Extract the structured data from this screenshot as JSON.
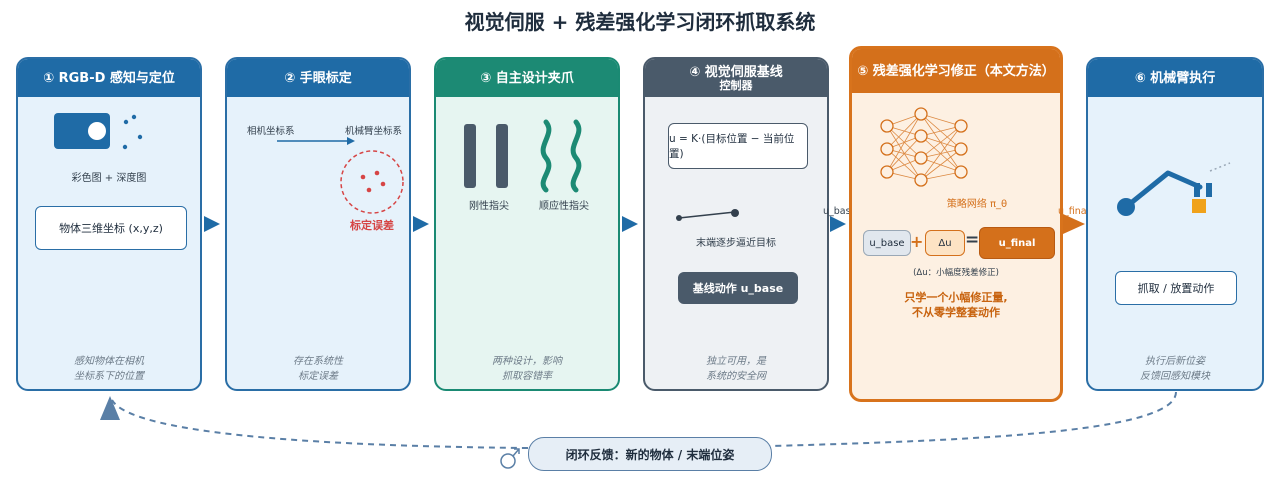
{
  "title": "视觉伺服 + 残差强化学习闭环抓取系统",
  "colors": {
    "blue": "#1f6ba6",
    "green": "#1c8a74",
    "slate": "#4a5a6a",
    "orange": "#d4701b",
    "red": "#d64545"
  },
  "cards": [
    {
      "title": "① RGB-D 感知与定位",
      "caption": "彩色图 + 深度图",
      "box": "物体三维坐标 (x,y,z)",
      "note": [
        "感知物体在相机",
        "坐标系下的位置"
      ]
    },
    {
      "title": "② 手眼标定",
      "left_label": "相机坐标系",
      "right_label": "机械臂坐标系",
      "error_label": "标定误差",
      "note": [
        "存在系统性",
        "标定误差"
      ]
    },
    {
      "title": "③ 自主设计夹爪",
      "rigid_label": "刚性指尖",
      "compliant_label": "顺应性指尖",
      "note": [
        "两种设计，影响",
        "抓取容错率"
      ]
    },
    {
      "title": "④ 视觉伺服基线",
      "title_sub": "控制器",
      "formula": "u = K·(目标位置 − 当前位置)",
      "approach_label": "末端逐步逼近目标",
      "action": "基线动作 u_base",
      "note": [
        "独立可用，是",
        "系统的安全网"
      ]
    },
    {
      "title": "⑤ 残差强化学习修正（本文方法）",
      "policy_label": "策略网络 π_θ",
      "u_base": "u_base",
      "plus": "+",
      "delta": "Δu",
      "equals": "=",
      "u_final": "u_final",
      "delta_note": "(Δu：小幅度残差修正)",
      "highlight": [
        "只学一个小幅修正量,",
        "不从零学整套动作"
      ]
    },
    {
      "title": "⑥ 机械臂执行",
      "action": "抓取 / 放置动作",
      "note": [
        "执行后新位姿",
        "反馈回感知模块"
      ]
    }
  ],
  "connectors": {
    "u_base": "u_base",
    "u_final": "u_final"
  },
  "feedback": "闭环反馈：新的物体 / 末端位姿"
}
